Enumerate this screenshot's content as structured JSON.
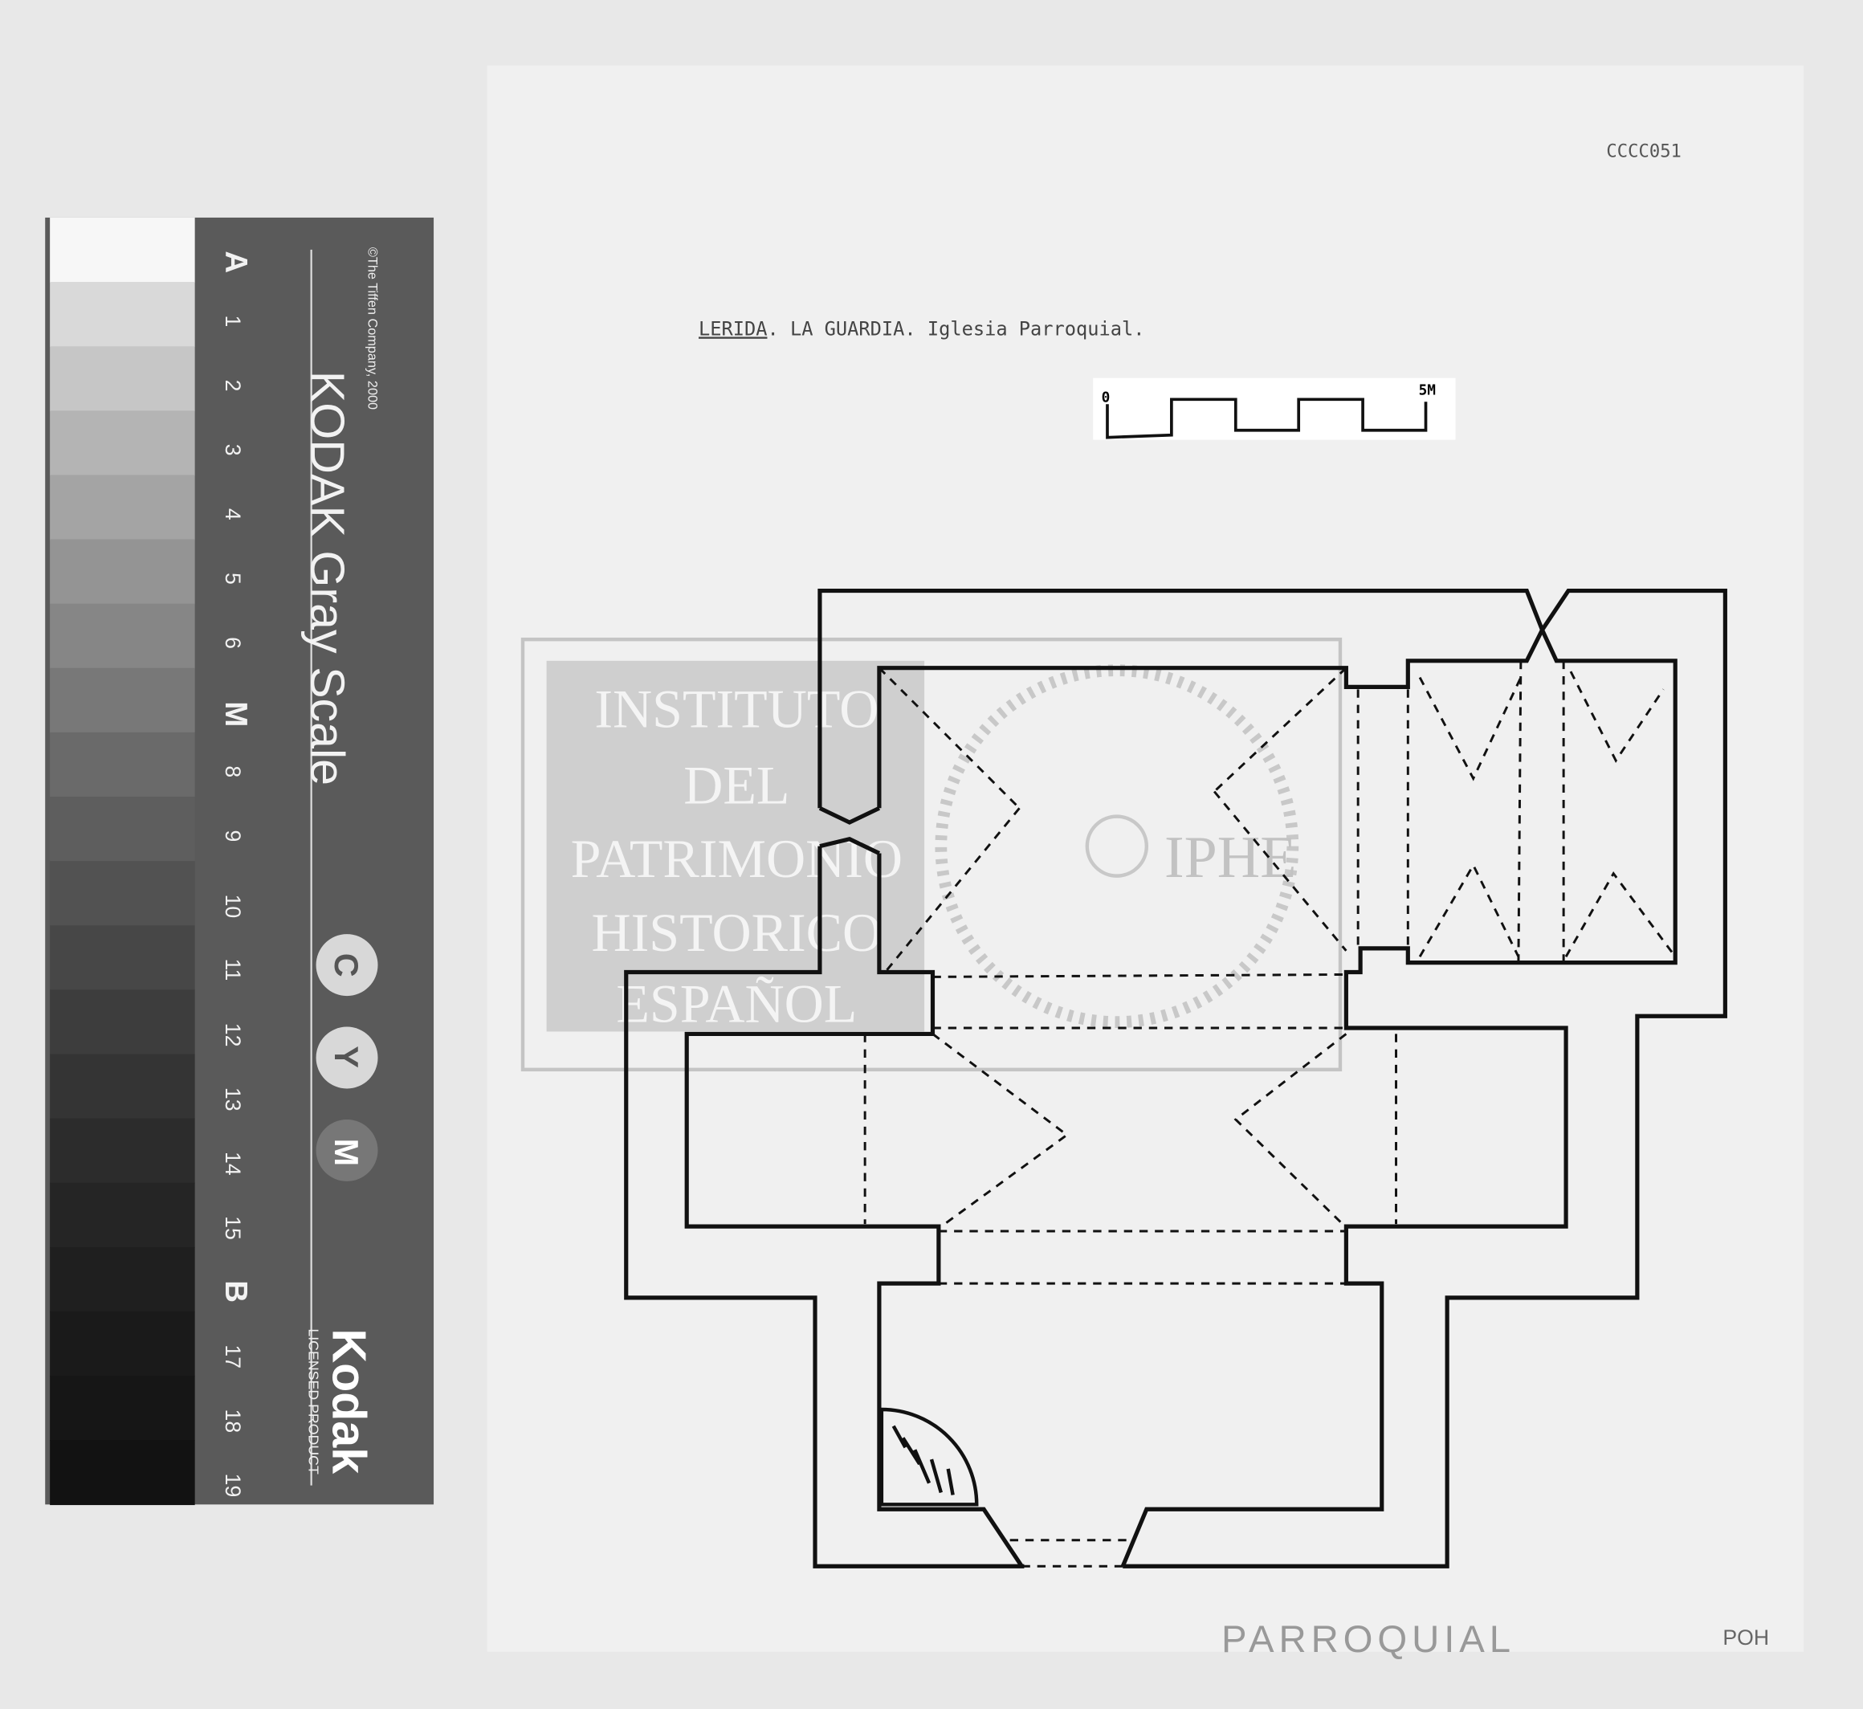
{
  "document": {
    "code": "CCCC051",
    "title_place": "LERIDA",
    "title_rest": ". LA GUARDIA. Iglesia Parroquial.",
    "scale_start": "0",
    "scale_end": "5M",
    "handwritten_note": "PARROQUIAL",
    "corner_note": "POH"
  },
  "watermark": {
    "lines": [
      "INSTITUTO",
      "DEL",
      "PATRIMONIO",
      "HISTORICO",
      "ESPAÑOL"
    ],
    "acronym": "IPHE"
  },
  "gray_scale_card": {
    "title": "KODAK Gray Scale",
    "copyright": "©The Tiffen Company, 2000",
    "brand": "Kodak",
    "license": "LICENSED PRODUCT",
    "color_markers": [
      "C",
      "Y",
      "M"
    ],
    "steps": [
      "A",
      "1",
      "2",
      "3",
      "4",
      "5",
      "6",
      "M",
      "8",
      "9",
      "10",
      "11",
      "12",
      "13",
      "14",
      "15",
      "B",
      "17",
      "18",
      "19"
    ],
    "patch_colors": [
      "#f7f7f7",
      "#d9d9d9",
      "#c6c6c6",
      "#b4b4b4",
      "#a4a4a4",
      "#949494",
      "#868686",
      "#787878",
      "#6a6a6a",
      "#5e5e5e",
      "#525252",
      "#474747",
      "#3d3d3d",
      "#343434",
      "#2c2c2c",
      "#252525",
      "#1f1f1f",
      "#1a1a1a",
      "#161616",
      "#121212"
    ]
  }
}
